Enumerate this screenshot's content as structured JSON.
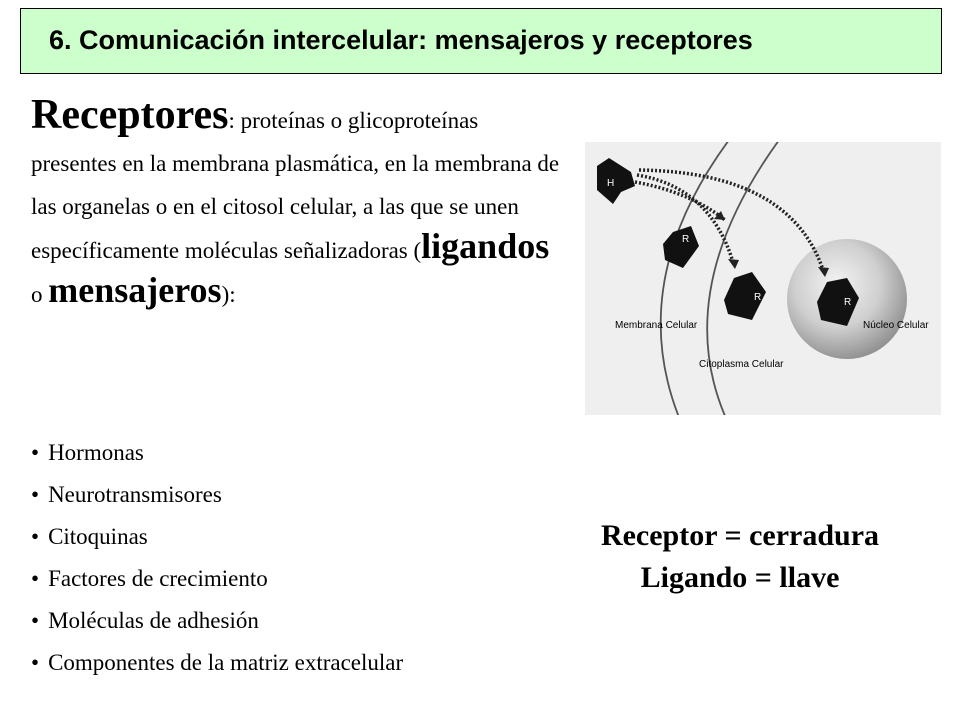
{
  "slide": {
    "title": "6. Comunicación intercelular: mensajeros y receptores"
  },
  "body": {
    "term": "Receptores",
    "text1": ": proteínas o glicoproteínas presentes en la membrana plasmática, en la membrana de las organelas o en el citosol celular, a las que se unen específicamente moléculas señalizadoras (",
    "ligandos": "ligandos",
    "o": " o ",
    "mensajeros": "mensajeros",
    "close": "):"
  },
  "bullets": [
    "Hormonas",
    "Neurotransmisores",
    "Citoquinas",
    "Factores de crecimiento",
    "Moléculas de adhesión",
    "Componentes de la matriz extracelular"
  ],
  "diagram": {
    "hormone_label": "H",
    "receptor_label": "R",
    "membrane_label": "Membrana Celular",
    "cytoplasm_label": "Citoplasma Celular",
    "nucleus_label": "Núcleo Celular"
  },
  "analogy": {
    "line1": "Receptor = cerradura",
    "line2": "Ligando = llave"
  }
}
